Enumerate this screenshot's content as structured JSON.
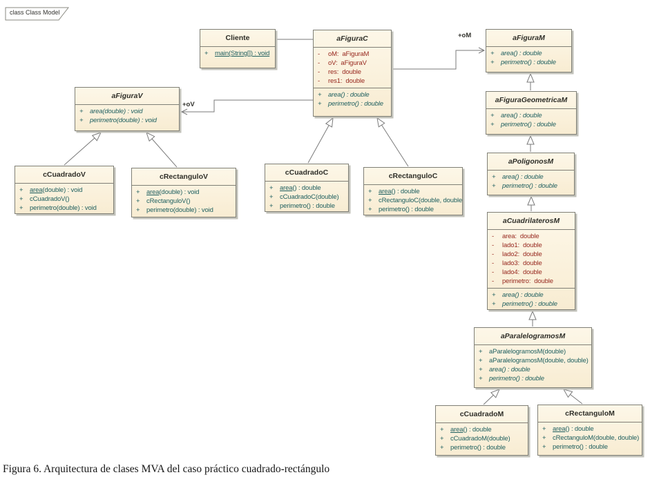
{
  "frame": {
    "label": "class Class Model"
  },
  "caption": "Figura 6. Arquitectura de clases MVA del caso práctico cuadrado-rectángulo",
  "edge_labels": {
    "oM": "+oM",
    "oV": "+oV"
  },
  "classes": {
    "cliente": {
      "title": "Cliente",
      "ops": [
        {
          "v": "+",
          "u": "main(String[]) : void",
          "t": ""
        }
      ]
    },
    "aFiguraC": {
      "title": "aFiguraC",
      "attrs": [
        {
          "v": "-",
          "t": "oM:  aFiguraM"
        },
        {
          "v": "-",
          "t": "oV:  aFiguraV"
        },
        {
          "v": "-",
          "t": "res:  double"
        },
        {
          "v": "-",
          "t": "res1:  double"
        }
      ],
      "ops": [
        {
          "v": "+",
          "t": "area() : double"
        },
        {
          "v": "+",
          "t": "perimetro() : double"
        }
      ]
    },
    "aFiguraM": {
      "title": "aFiguraM",
      "ops": [
        {
          "v": "+",
          "t": "area() : double"
        },
        {
          "v": "+",
          "t": "perimetro() : double"
        }
      ]
    },
    "aFiguraV": {
      "title": "aFiguraV",
      "ops": [
        {
          "v": "+",
          "t": "area(double) : void"
        },
        {
          "v": "+",
          "t": "perimetro(double) : void"
        }
      ]
    },
    "cCuadradoV": {
      "title": "cCuadradoV",
      "ops": [
        {
          "v": "+",
          "u": "area",
          "t": "(double) : void"
        },
        {
          "v": "+",
          "t": "cCuadradoV()"
        },
        {
          "v": "+",
          "t": "perimetro(double) : void"
        }
      ]
    },
    "cRectanguloV": {
      "title": "cRectanguloV",
      "ops": [
        {
          "v": "+",
          "u": "area",
          "t": "(double) : void"
        },
        {
          "v": "+",
          "t": "cRectanguloV()"
        },
        {
          "v": "+",
          "t": "perimetro(double) : void"
        }
      ]
    },
    "cCuadradoC": {
      "title": "cCuadradoC",
      "ops": [
        {
          "v": "+",
          "u": "area",
          "t": "() : double"
        },
        {
          "v": "+",
          "t": "cCuadradoC(double)"
        },
        {
          "v": "+",
          "t": "perimetro() : double"
        }
      ]
    },
    "cRectanguloC": {
      "title": "cRectanguloC",
      "ops": [
        {
          "v": "+",
          "u": "area",
          "t": "() : double"
        },
        {
          "v": "+",
          "t": "cRectanguloC(double, double)"
        },
        {
          "v": "+",
          "t": "perimetro() : double"
        }
      ]
    },
    "aFiguraGeometricaM": {
      "title": "aFiguraGeometricaM",
      "ops": [
        {
          "v": "+",
          "t": "area() : double"
        },
        {
          "v": "+",
          "t": "perimetro() : double"
        }
      ]
    },
    "aPoligonosM": {
      "title": "aPoligonosM",
      "ops": [
        {
          "v": "+",
          "t": "area() : double"
        },
        {
          "v": "+",
          "t": "perimetro() : double"
        }
      ]
    },
    "aCuadrilaterosM": {
      "title": "aCuadrilaterosM",
      "attrs": [
        {
          "v": "-",
          "t": "area:  double"
        },
        {
          "v": "-",
          "t": "lado1:  double"
        },
        {
          "v": "-",
          "t": "lado2:  double"
        },
        {
          "v": "-",
          "t": "lado3:  double"
        },
        {
          "v": "-",
          "t": "lado4:  double"
        },
        {
          "v": "-",
          "t": "perimetro:  double"
        }
      ],
      "ops": [
        {
          "v": "+",
          "t": "area() : double"
        },
        {
          "v": "+",
          "t": "perimetro() : double"
        }
      ]
    },
    "aParalelogramosM": {
      "title": "aParalelogramosM",
      "ops": [
        {
          "v": "+",
          "t": "aParalelogramosM(double)"
        },
        {
          "v": "+",
          "t": "aParalelogramosM(double, double)"
        },
        {
          "v": "+",
          "t": "area() : double"
        },
        {
          "v": "+",
          "t": "perimetro() : double"
        }
      ]
    },
    "cCuadradoM": {
      "title": "cCuadradoM",
      "ops": [
        {
          "v": "+",
          "u": "area",
          "t": "() : double"
        },
        {
          "v": "+",
          "t": "cCuadradoM(double)"
        },
        {
          "v": "+",
          "t": "perimetro() : double"
        }
      ]
    },
    "cRectanguloM": {
      "title": "cRectanguloM",
      "ops": [
        {
          "v": "+",
          "u": "area",
          "t": "() : double"
        },
        {
          "v": "+",
          "t": "cRectanguloM(double, double)"
        },
        {
          "v": "+",
          "t": "perimetro() : double"
        }
      ]
    }
  }
}
